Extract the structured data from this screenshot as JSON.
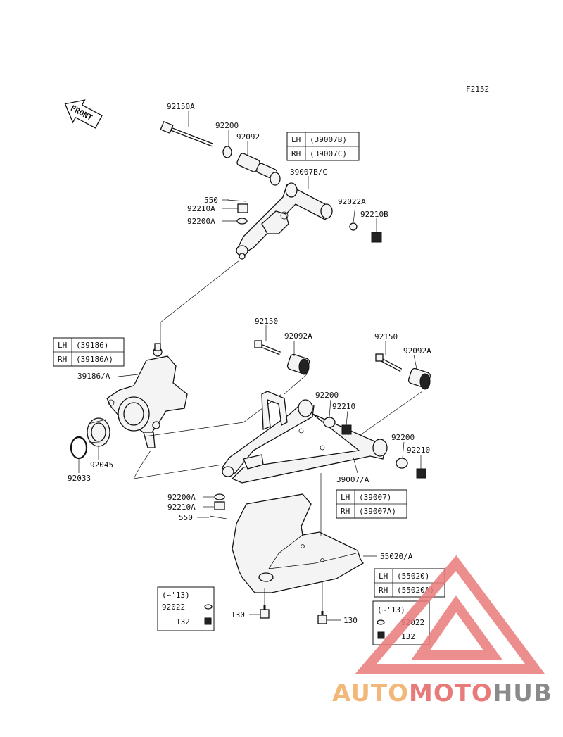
{
  "figure_code": "F2152",
  "front_label": "FRONT",
  "callouts": {
    "c_92150A": "92150A",
    "c_92200_top": "92200",
    "c_92092": "92092",
    "c_39007BC": "39007B/C",
    "c_550_top": "550",
    "c_92210A_top": "92210A",
    "c_92200A_top": "92200A",
    "c_92022A": "92022A",
    "c_92210B": "92210B",
    "c_92150_l": "92150",
    "c_92092A_l": "92092A",
    "c_92150_r": "92150",
    "c_92092A_r": "92092A",
    "c_39186A": "39186/A",
    "c_92200_m": "92200",
    "c_92210_m": "92210",
    "c_92200_r": "92200",
    "c_92210_r": "92210",
    "c_92033": "92033",
    "c_92045": "92045",
    "c_39007A": "39007/A",
    "c_92200A_bot": "92200A",
    "c_92210A_bot": "92210A",
    "c_550_bot": "550",
    "c_55020A": "55020/A",
    "c_130_l": "130",
    "c_130_r": "130"
  },
  "tables": {
    "upper_arm": {
      "lh_key": "LH",
      "lh_val": "(39007B)",
      "rh_key": "RH",
      "rh_val": "(39007C)"
    },
    "knuckle": {
      "lh_key": "LH",
      "lh_val": "(39186)",
      "rh_key": "RH",
      "rh_val": "(39186A)"
    },
    "lower_arm": {
      "lh_key": "LH",
      "lh_val": "(39007)",
      "rh_key": "RH",
      "rh_val": "(39007A)"
    },
    "guard": {
      "lh_key": "LH",
      "lh_val": "(55020)",
      "rh_key": "RH",
      "rh_val": "(55020A)"
    }
  },
  "year_boxes": {
    "left": {
      "year": "(~'13)",
      "part1": "92022",
      "part2": "132"
    },
    "right": {
      "year": "(~'13)",
      "part1": "92022",
      "part2": "132"
    }
  },
  "watermark": {
    "part_a": "AUTO",
    "part_b": "MOTO",
    "part_c": "HUB",
    "color_a": "#f2b87a",
    "color_b": "#e97a7a",
    "color_c": "#8a8a8a"
  }
}
